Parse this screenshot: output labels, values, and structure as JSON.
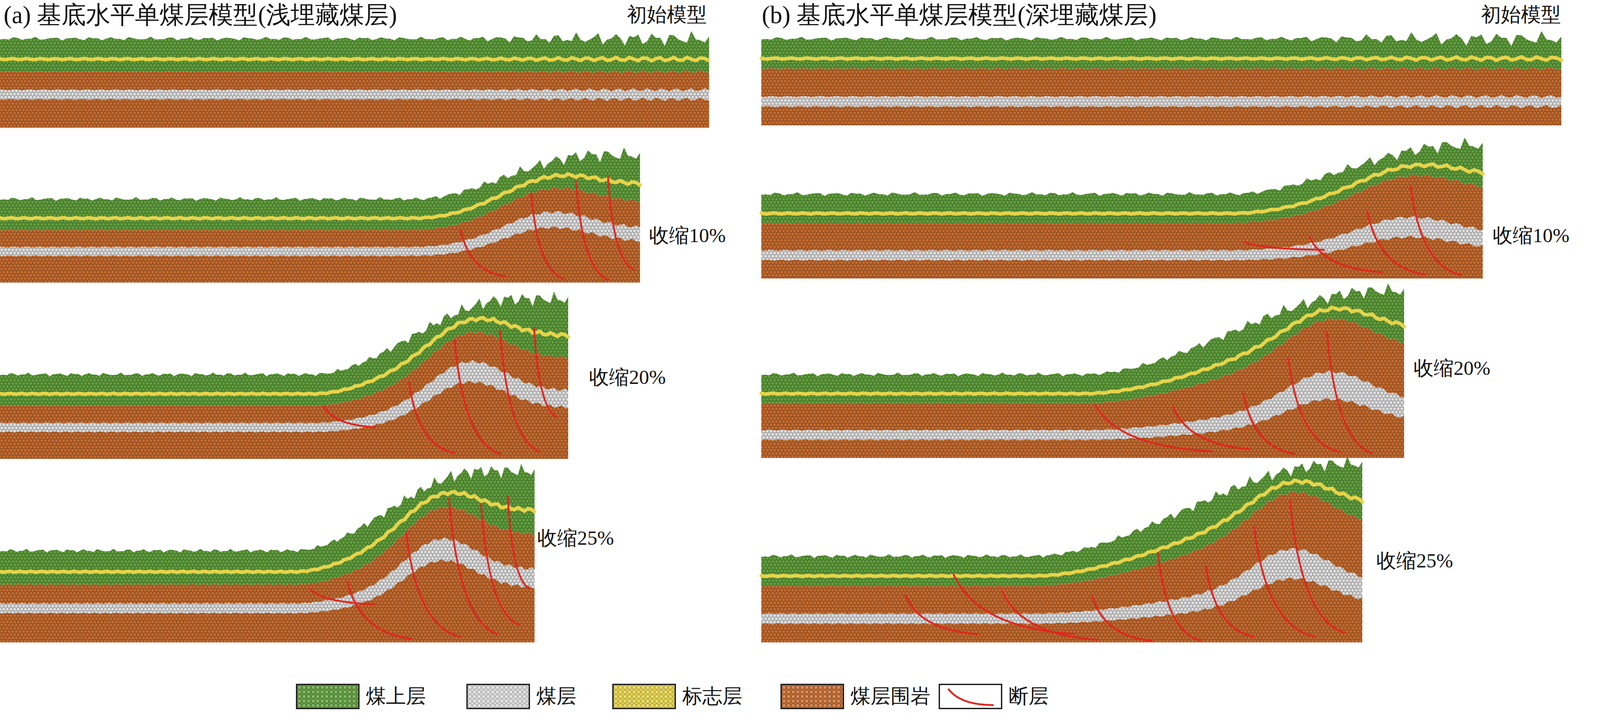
{
  "diagram": {
    "labels": [
      "(a) 基底水平单煤层模型(浅埋藏煤层)",
      "初始模型",
      "收缩10%",
      "收缩20%",
      "收缩25%",
      "(b) 基底水平单煤层模型(深埋藏煤层)",
      "初始模型",
      "收缩10%",
      "收缩20%",
      "收缩25%"
    ],
    "legend": [
      {
        "text": "煤上层",
        "color": "#5f9e3c"
      },
      {
        "text": "煤层",
        "color": "#dcdcdc"
      },
      {
        "text": "标志层",
        "color": "#e6d34a"
      },
      {
        "text": "煤层围岩",
        "color": "#c46a2e"
      },
      {
        "text": "断层"
      }
    ]
  }
}
